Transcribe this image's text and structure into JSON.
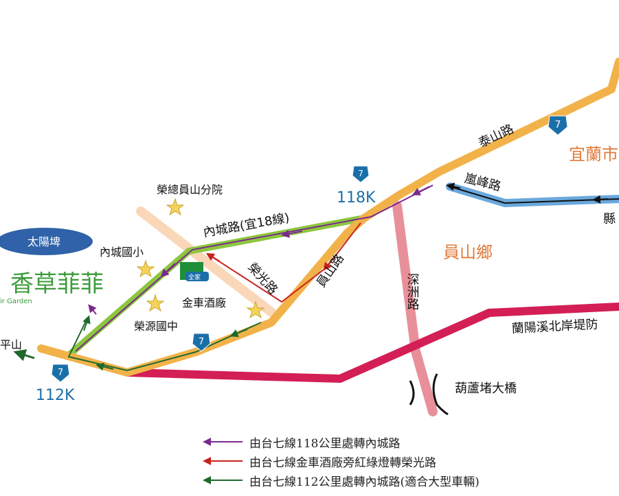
{
  "map": {
    "roads": {
      "taishan": "泰山路",
      "lanfeng": "嵐峰路",
      "neicheng": "內城路(宜18線)",
      "rongguang": "榮光路",
      "yuanshan": "員山路",
      "shenzhou": "深洲路",
      "lanyang_levee": "蘭陽溪北岸堤防",
      "county_partial": "縣"
    },
    "regions": {
      "yilan_city": "宜蘭市",
      "yuanshan_township": "員山鄉"
    },
    "places": {
      "hospital": "榮總員山分院",
      "neicheng_elementary": "內城國小",
      "winery": "金車酒廠",
      "rongyuan_junior_high": "榮源國中",
      "bridge": "葫蘆堵大橋",
      "taiyangpi": "太陽埤",
      "pingshan_partial": "平山",
      "store_badge": "全家"
    },
    "logo": {
      "text": "香草菲菲",
      "sub": "ir Garden"
    },
    "route_markers": [
      {
        "number": "7",
        "km": "118K"
      },
      {
        "number": "7",
        "km": "112K"
      },
      {
        "number": "7",
        "km": ""
      },
      {
        "number": "7",
        "km": ""
      }
    ]
  },
  "legend": {
    "items": [
      {
        "text": "由台七線118公里處轉內城路",
        "color": "#7a2a8c"
      },
      {
        "text": "由台七線金車酒廠旁紅綠燈轉榮光路",
        "color": "#c8231e"
      },
      {
        "text": "由台七線112公里處轉內城路(適合大型車輛)",
        "color": "#1e6a2c"
      }
    ]
  },
  "colors": {
    "provincial_highway": "#f2b24a",
    "neicheng_road": "#8cc63e",
    "levee_road": "#d31f55",
    "shenzhou_road": "#e8909a",
    "lanfeng_road": "#6aa8dc",
    "region_label": "#e07a3a",
    "marker_blue": "#1b6fa8"
  }
}
